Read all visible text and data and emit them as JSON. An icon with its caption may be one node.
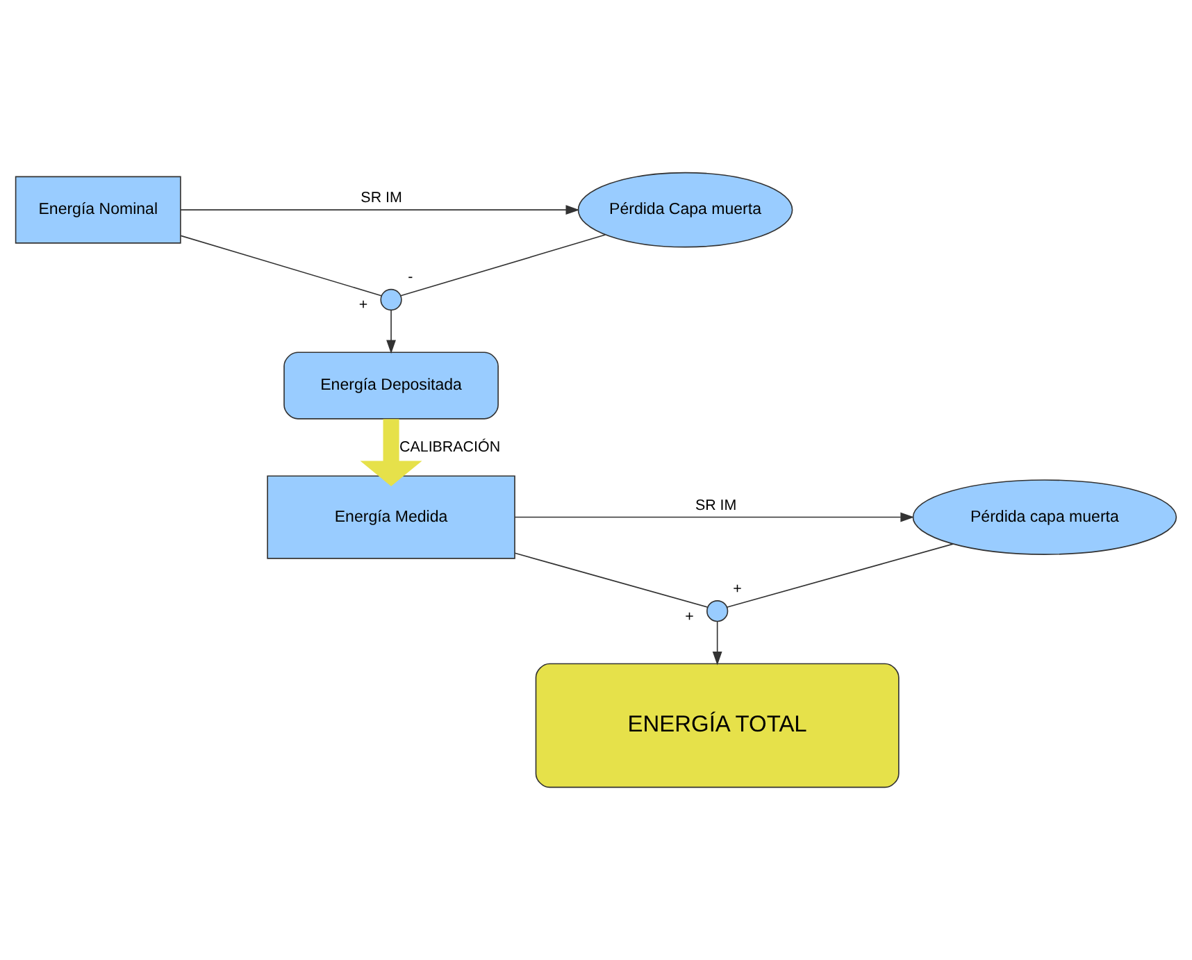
{
  "diagram": {
    "nodes": [
      {
        "text": [
          "Energía Nominal"
        ]
      },
      {
        "text": [
          "Pérdida Capa muerta"
        ]
      },
      {
        "text": [],
        "shape": "circle"
      },
      {
        "text": [
          "Energía Depositada"
        ]
      },
      {
        "text": [
          "Energía Medida"
        ]
      },
      {
        "text": [
          "Pérdida capa muerta"
        ]
      },
      {
        "text": [],
        "shape": "circle"
      },
      {
        "text": [
          "ENERGÍA TOTAL"
        ]
      }
    ],
    "edges": [
      {
        "from": 0,
        "to": 1,
        "arrow": "to",
        "label": "SR IM"
      },
      {
        "from": 0,
        "to": 2,
        "arrow": "none",
        "label": "+"
      },
      {
        "from": 1,
        "to": 2,
        "arrow": "none",
        "label": "-"
      },
      {
        "from": 2,
        "to": 3,
        "arrow": "to"
      },
      {
        "from": 3,
        "to": 4,
        "arrow": "to",
        "label": "CALIBRACIÓN",
        "style": "thick",
        "color": "#e6e14a"
      },
      {
        "from": 4,
        "to": 5,
        "arrow": "to",
        "label": "SR IM"
      },
      {
        "from": 4,
        "to": 6,
        "arrow": "none",
        "label": "+"
      },
      {
        "from": 5,
        "to": 6,
        "arrow": "none",
        "label": "+"
      },
      {
        "from": 6,
        "to": 7,
        "arrow": "to"
      }
    ]
  }
}
